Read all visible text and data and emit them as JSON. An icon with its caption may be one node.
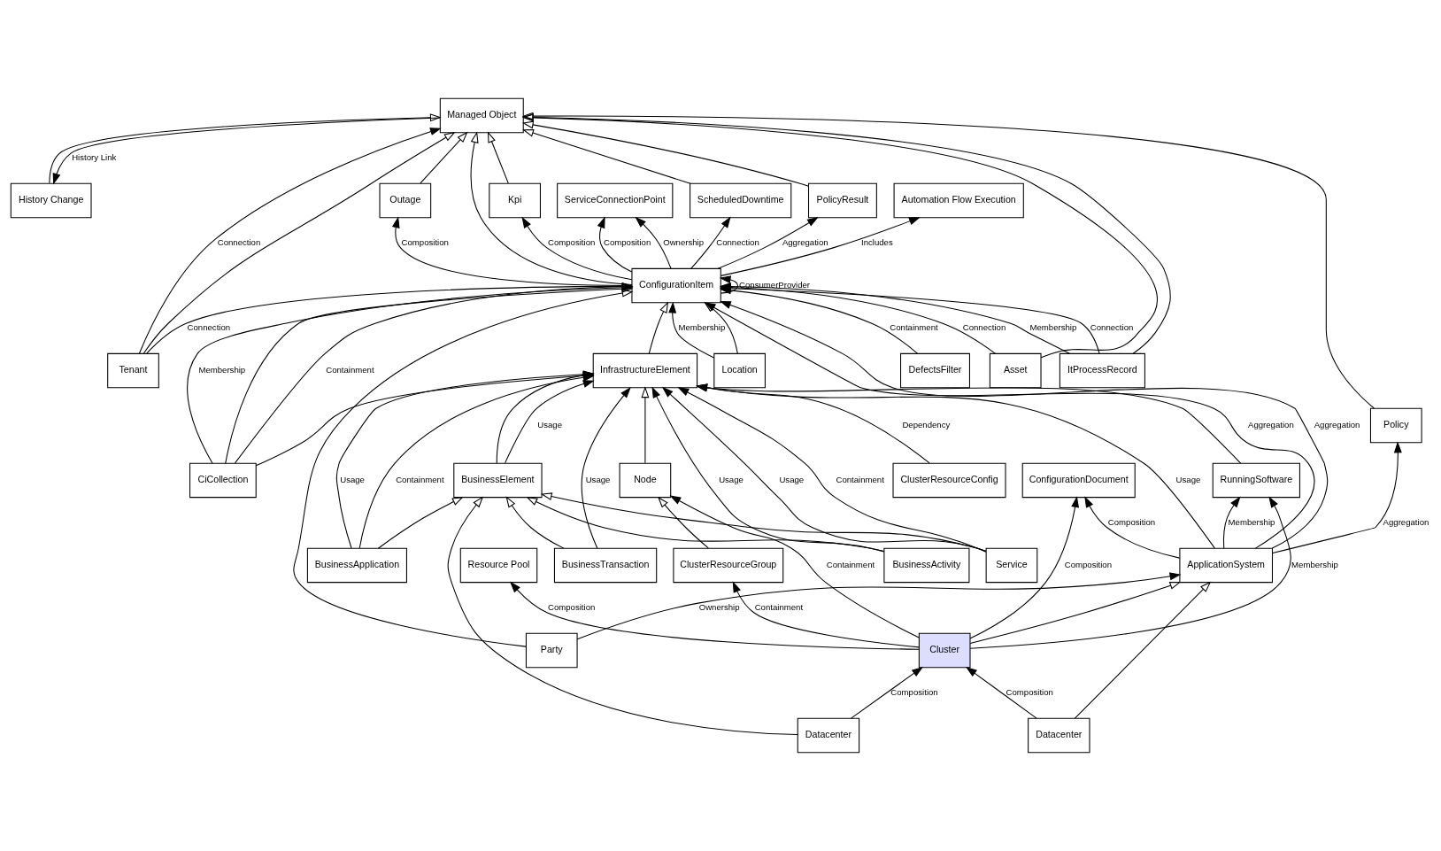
{
  "diagram": {
    "nodes": [
      {
        "text": [
          "History Change"
        ]
      },
      {
        "text": [
          "Managed Object"
        ]
      },
      {
        "text": [
          "Kpi"
        ]
      },
      {
        "text": [
          "Automation Flow Execution"
        ]
      },
      {
        "text": [
          "ScheduledDowntime"
        ]
      },
      {
        "text": [
          "PolicyResult"
        ]
      },
      {
        "text": [
          "Outage"
        ]
      },
      {
        "text": [
          "ServiceConnectionPoint"
        ]
      },
      {
        "text": [
          "ConfigurationItem"
        ]
      },
      {
        "text": [
          "DefectsFilter"
        ]
      },
      {
        "text": [
          "ItProcessRecord"
        ]
      },
      {
        "text": [
          "Location"
        ]
      },
      {
        "text": [
          "InfrastructureElement"
        ]
      },
      {
        "text": [
          "Tenant"
        ]
      },
      {
        "text": [
          "Asset"
        ]
      },
      {
        "text": [
          "Policy"
        ]
      },
      {
        "text": [
          "CiCollection"
        ]
      },
      {
        "text": [
          "RunningSoftware"
        ]
      },
      {
        "text": [
          "ConfigurationDocument"
        ]
      },
      {
        "text": [
          "Node"
        ]
      },
      {
        "text": [
          "ClusterResourceConfig"
        ]
      },
      {
        "text": [
          "BusinessElement"
        ]
      },
      {
        "text": [
          "ApplicationSystem"
        ]
      },
      {
        "text": [
          "ClusterResourceGroup"
        ]
      },
      {
        "text": [
          "Resource Pool"
        ]
      },
      {
        "text": [
          "Service"
        ]
      },
      {
        "text": [
          "BusinessTransaction"
        ]
      },
      {
        "text": [
          "BusinessActivity"
        ]
      },
      {
        "text": [
          "BusinessApplication"
        ]
      },
      {
        "text": [
          "Party"
        ]
      },
      {
        "text": [
          "Cluster"
        ]
      },
      {
        "text": [
          "Datacenter"
        ]
      },
      {
        "text": [
          "Datacenter"
        ]
      }
    ],
    "edges": [
      {
        "from": 1,
        "to": 0,
        "arrow": "to",
        "label": "History Link"
      },
      {
        "from": 0,
        "to": 1,
        "arrow": "to"
      },
      {
        "from": 2,
        "to": 1,
        "arrow": "to"
      },
      {
        "from": 4,
        "to": 1,
        "arrow": "to"
      },
      {
        "from": 5,
        "to": 1,
        "arrow": "to"
      },
      {
        "from": 6,
        "to": 1,
        "arrow": "to"
      },
      {
        "from": 8,
        "to": 1,
        "arrow": "to"
      },
      {
        "from": 15,
        "to": 1,
        "arrow": "to"
      },
      {
        "from": 10,
        "to": 1,
        "arrow": "to"
      },
      {
        "from": 13,
        "to": 1,
        "arrow": "to"
      },
      {
        "from": 13,
        "to": 1,
        "arrow": "to",
        "label": "Connection"
      },
      {
        "from": 14,
        "to": 1,
        "arrow": "to"
      },
      {
        "from": 8,
        "to": 2,
        "arrow": "to",
        "label": "Composition"
      },
      {
        "from": 8,
        "to": 3,
        "arrow": "to",
        "label": "Includes"
      },
      {
        "from": 8,
        "to": 4,
        "arrow": "to",
        "label": "Connection"
      },
      {
        "from": 8,
        "to": 5,
        "arrow": "to",
        "label": "Aggregation"
      },
      {
        "from": 8,
        "to": 6,
        "arrow": "to",
        "label": "Composition"
      },
      {
        "from": 8,
        "to": 7,
        "arrow": "to",
        "label": "Ownership"
      },
      {
        "from": 8,
        "to": 7,
        "arrow": "to",
        "label": "Composition"
      },
      {
        "from": 8,
        "to": 8,
        "arrow": "to",
        "label": "ConsumerProvider"
      },
      {
        "from": 9,
        "to": 8,
        "arrow": "to",
        "label": "Containment"
      },
      {
        "from": 10,
        "to": 8,
        "arrow": "to",
        "label": "Connection"
      },
      {
        "from": 10,
        "to": 8,
        "arrow": "to",
        "label": "Membership"
      },
      {
        "from": 11,
        "to": 8,
        "arrow": "to",
        "label": "Membership"
      },
      {
        "from": 11,
        "to": 8,
        "arrow": "to"
      },
      {
        "from": 12,
        "to": 8,
        "arrow": "to"
      },
      {
        "from": 13,
        "to": 8,
        "arrow": "to",
        "label": "Connection"
      },
      {
        "from": 14,
        "to": 8,
        "arrow": "to",
        "label": "Connection"
      },
      {
        "from": 16,
        "to": 8,
        "arrow": "to"
      },
      {
        "from": 16,
        "to": 8,
        "arrow": "to",
        "label": "Containment"
      },
      {
        "from": 16,
        "to": 8,
        "arrow": "to",
        "label": "Membership"
      },
      {
        "from": 16,
        "to": 12,
        "arrow": "to"
      },
      {
        "from": 22,
        "to": 8,
        "arrow": "to",
        "label": "Aggregation"
      },
      {
        "from": 22,
        "to": 8,
        "arrow": "to",
        "label": "Aggregation"
      },
      {
        "from": 22,
        "to": 12,
        "arrow": "to",
        "label": "Usage"
      },
      {
        "from": 22,
        "to": 15,
        "arrow": "to",
        "label": "Aggregation"
      },
      {
        "from": 29,
        "to": 8,
        "arrow": "to"
      },
      {
        "from": 29,
        "to": 22,
        "arrow": "to",
        "label": "Ownership"
      },
      {
        "from": 17,
        "to": 12,
        "arrow": "to"
      },
      {
        "from": 19,
        "to": 12,
        "arrow": "to"
      },
      {
        "from": 20,
        "to": 12,
        "arrow": "to",
        "label": "Dependency"
      },
      {
        "from": 21,
        "to": 12,
        "arrow": "to",
        "label": "Usage"
      },
      {
        "from": 21,
        "to": 12,
        "arrow": "to"
      },
      {
        "from": 22,
        "to": 17,
        "arrow": "to",
        "label": "Membership"
      },
      {
        "from": 22,
        "to": 18,
        "arrow": "to",
        "label": "Composition"
      },
      {
        "from": 30,
        "to": 17,
        "arrow": "to",
        "label": "Membership"
      },
      {
        "from": 30,
        "to": 19,
        "arrow": "to",
        "label": "Containment"
      },
      {
        "from": 30,
        "to": 18,
        "arrow": "to",
        "label": "Composition"
      },
      {
        "from": 30,
        "to": 23,
        "arrow": "to",
        "label": "Containment"
      },
      {
        "from": 30,
        "to": 24,
        "arrow": "to",
        "label": "Composition"
      },
      {
        "from": 30,
        "to": 22,
        "arrow": "to"
      },
      {
        "from": 23,
        "to": 19,
        "arrow": "to"
      },
      {
        "from": 25,
        "to": 12,
        "arrow": "to",
        "label": "Usage"
      },
      {
        "from": 25,
        "to": 12,
        "arrow": "to",
        "label": "Containment"
      },
      {
        "from": 25,
        "to": 21,
        "arrow": "to"
      },
      {
        "from": 26,
        "to": 12,
        "arrow": "to",
        "label": "Usage"
      },
      {
        "from": 26,
        "to": 21,
        "arrow": "to"
      },
      {
        "from": 27,
        "to": 12,
        "arrow": "to",
        "label": "Usage"
      },
      {
        "from": 27,
        "to": 21,
        "arrow": "to"
      },
      {
        "from": 28,
        "to": 12,
        "arrow": "to",
        "label": "Usage"
      },
      {
        "from": 28,
        "to": 12,
        "arrow": "to",
        "label": "Containment"
      },
      {
        "from": 28,
        "to": 21,
        "arrow": "to"
      },
      {
        "from": 31,
        "to": 22,
        "arrow": "to"
      },
      {
        "from": 31,
        "to": 30,
        "arrow": "to",
        "label": "Composition"
      },
      {
        "from": 32,
        "to": 30,
        "arrow": "to",
        "label": "Composition"
      },
      {
        "from": 32,
        "to": 21,
        "arrow": "to"
      }
    ]
  }
}
